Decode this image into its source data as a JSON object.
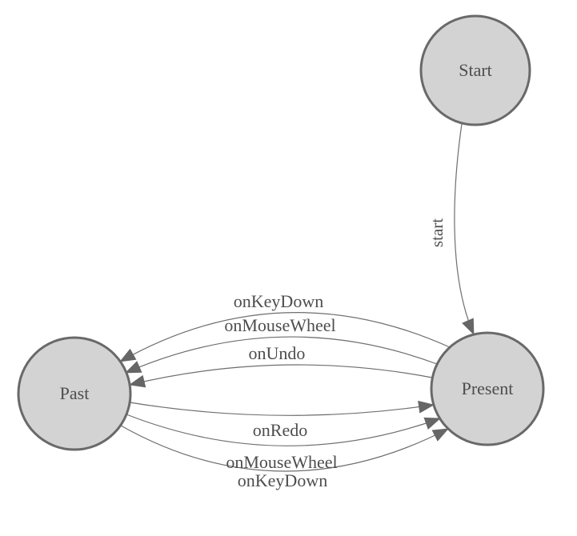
{
  "diagram": {
    "type": "state-machine",
    "background": "#ffffff",
    "colors": {
      "node_fill": "#d3d3d3",
      "node_border": "#696969",
      "edge_line": "#6e6e6e",
      "arrow_fill": "#666666",
      "label_text": "#4d4d4d"
    },
    "nodes": [
      {
        "id": "start",
        "label": "Start"
      },
      {
        "id": "present",
        "label": "Present"
      },
      {
        "id": "past",
        "label": "Past"
      }
    ],
    "edges": [
      {
        "from": "Start",
        "to": "Present",
        "label": "start"
      },
      {
        "from": "Present",
        "to": "Past",
        "label": "onKeyDown"
      },
      {
        "from": "Present",
        "to": "Past",
        "label": "onMouseWheel"
      },
      {
        "from": "Present",
        "to": "Past",
        "label": "onUndo"
      },
      {
        "from": "Past",
        "to": "Present",
        "label": "onRedo"
      },
      {
        "from": "Past",
        "to": "Present",
        "label": "onMouseWheel"
      },
      {
        "from": "Past",
        "to": "Present",
        "label": "onKeyDown"
      }
    ]
  }
}
